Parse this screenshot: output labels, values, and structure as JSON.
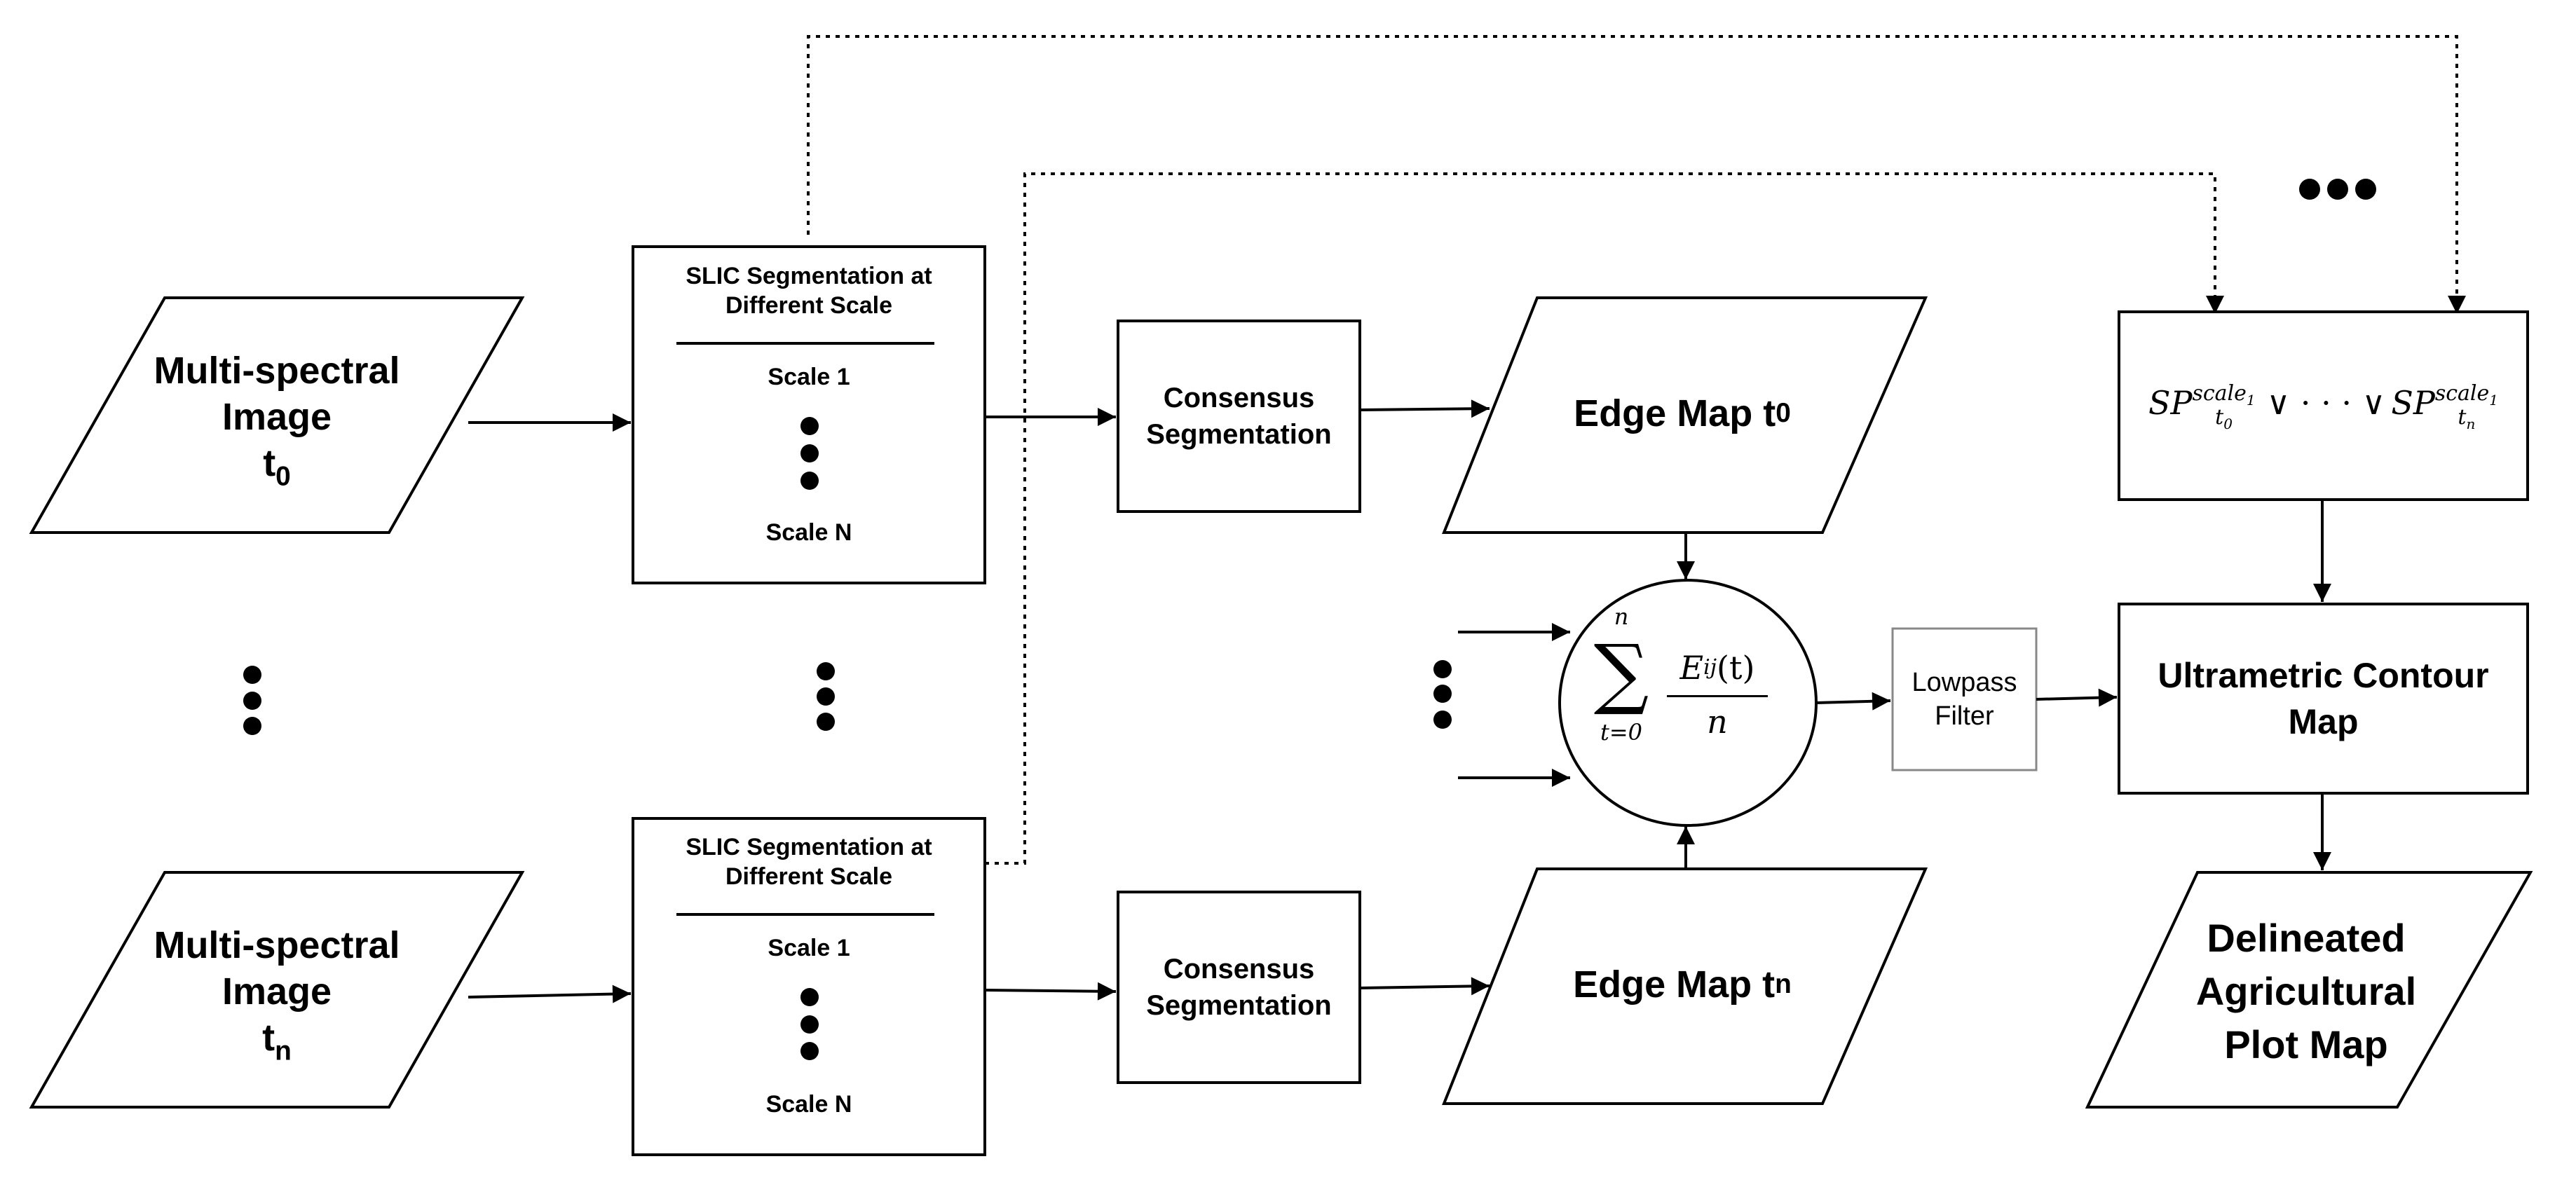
{
  "inputs": {
    "t0": {
      "line1": "Multi-spectral",
      "line2": "Image",
      "var": "t",
      "sub": "0"
    },
    "tn": {
      "line1": "Multi-spectral",
      "line2": "Image",
      "var": "t",
      "sub": "n"
    }
  },
  "slic": {
    "title_line1": "SLIC Segmentation at",
    "title_line2": "Different Scale",
    "scale_first": "Scale 1",
    "scale_last": "Scale N"
  },
  "consensus": {
    "line1": "Consensus",
    "line2": "Segmentation"
  },
  "edge_maps": {
    "t0": {
      "label": "Edge Map t",
      "sub": "0"
    },
    "tn": {
      "label": "Edge Map t",
      "sub": "n"
    }
  },
  "sum_node": {
    "sigma": "∑",
    "upper": "n",
    "lower": "t=0",
    "numerator": "E",
    "numerator_sub": "ij",
    "numerator_arg": "(t)",
    "denominator": "n"
  },
  "lowpass": {
    "line1": "Lowpass",
    "line2": "Filter"
  },
  "superpixel_union": {
    "sp": "SP",
    "sup": "scale",
    "sup_sub": "1",
    "sub_left": "t",
    "sub_left_sub": "0",
    "sub_right": "t",
    "sub_right_sub": "n",
    "operator": "∨ · · · ∨"
  },
  "ucm": {
    "line1": "Ultrametric Contour",
    "line2": "Map"
  },
  "output": {
    "line1": "Delineated",
    "line2": "Agricultural",
    "line3": "Plot Map"
  },
  "colors": {
    "stroke": "#000000",
    "lowpass_stroke": "#888888",
    "fill": "#ffffff"
  }
}
